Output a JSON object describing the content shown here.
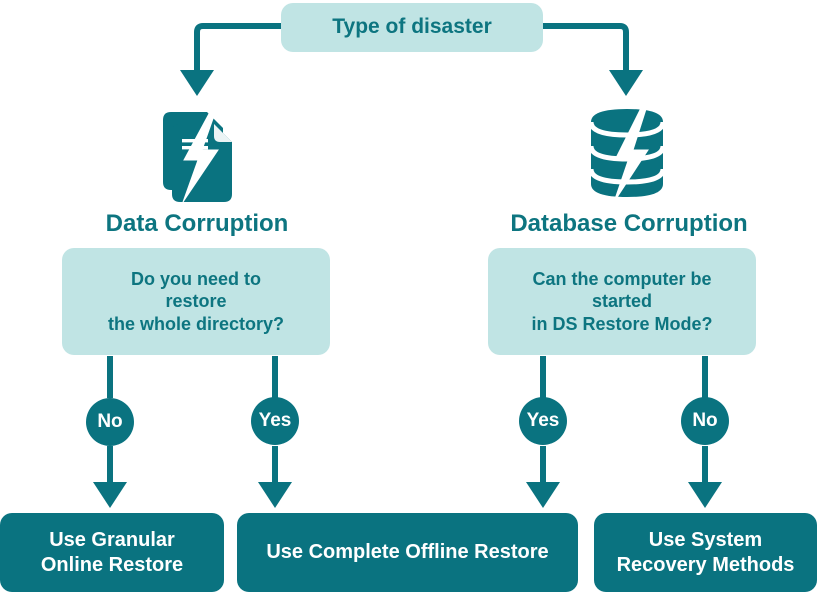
{
  "diagram": {
    "title": "Type of disaster",
    "colors": {
      "light_fill": "#c0e4e4",
      "dark_fill": "#0a7380",
      "teal_text": "#0d7580",
      "white_text": "#ffffff",
      "background": "#ffffff"
    }
  },
  "root": {
    "label": "Type of disaster"
  },
  "branches": [
    {
      "icon": "document-lightning-icon",
      "title": "Data Corruption",
      "question": "Do you need to\nrestore\nthe whole directory?",
      "question_lines": [
        "Do you need to",
        "restore",
        "the whole directory?"
      ],
      "answers": [
        {
          "label": "No",
          "result": "Use Granular\nOnline Restore"
        },
        {
          "label": "Yes",
          "result": "Use Complete Offline Restore"
        }
      ]
    },
    {
      "icon": "database-lightning-icon",
      "title": "Database Corruption",
      "question": "Can the computer be\nstarted\nin DS Restore Mode?",
      "question_lines": [
        "Can the computer be",
        "started",
        "in DS Restore Mode?"
      ],
      "answers": [
        {
          "label": "Yes",
          "result": "Use Complete Offline Restore"
        },
        {
          "label": "No",
          "result": "Use System\nRecovery Methods"
        }
      ]
    }
  ],
  "results": [
    {
      "line1": "Use Granular",
      "line2": "Online Restore"
    },
    {
      "line1": "Use Complete Offline Restore",
      "line2": ""
    },
    {
      "line1": "Use System",
      "line2": "Recovery Methods"
    }
  ],
  "decisions": [
    {
      "label": "No"
    },
    {
      "label": "Yes"
    },
    {
      "label": "Yes"
    },
    {
      "label": "No"
    }
  ]
}
